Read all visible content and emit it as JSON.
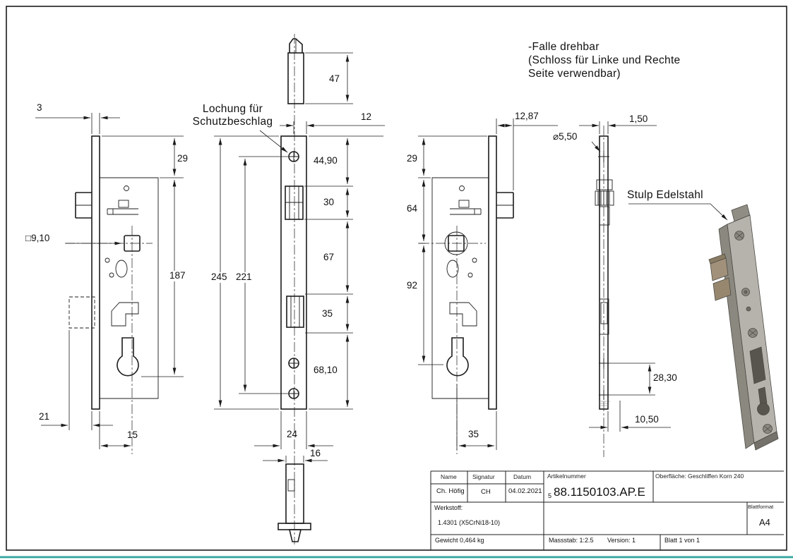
{
  "colors": {
    "line": "#1c1c1c",
    "teal_bar": "#35a79e",
    "steel_front": "#b5b3ac",
    "steel_side": "#8b897f",
    "latch_bronze": "#a2917a",
    "cutout_dark": "#57554e"
  },
  "annotations": {
    "falle_line1": "-Falle drehbar",
    "falle_line2": "(Schloss für Linke und Rechte",
    "falle_line3": "Seite verwendbar)",
    "lochung_line1": "Lochung für",
    "lochung_line2": "Schutzbeschlag",
    "stulp": "Stulp Edelstahl"
  },
  "dims": {
    "v1_plate_offset": "3",
    "v1_top": "29",
    "v1_height": "187",
    "v1_square": "□9,10",
    "v1_bolt_throw": "21",
    "v1_backset": "15",
    "v2_latch_length": "47",
    "v2_edge": "12",
    "v2_seg1": "44,90",
    "v2_seg2": "30",
    "v2_seg3": "67",
    "v2_seg4": "35",
    "v2_seg5": "68,10",
    "v2_total": "245",
    "v2_screw_distance": "221",
    "v2_width": "24",
    "v2_latch_width": "16",
    "v3_latch_protrusion": "12,87",
    "v3_top": "29",
    "v3_seg1": "64",
    "v3_seg2": "92",
    "v3_backset": "35",
    "v4_hole": "⌀5,50",
    "v4_thickness": "1,50",
    "v4_screw_offset": "28,30",
    "v4_bottom_offset": "10,50"
  },
  "titleblock": {
    "name_label": "Name",
    "signatur_label": "Signatur",
    "datum_label": "Datum",
    "artikelnummer_label": "Artikelnummer",
    "oberflaeche_label": "Oberfläche:",
    "oberflaeche_value": "Geschliffen Korn 240",
    "name_value": "Ch. Höfig",
    "signatur_value": "CH",
    "datum_value": "04.02.2021",
    "artikel_prefix": "5",
    "artikel_value": "88.1150103.AP.E",
    "werkstoff_label": "Werkstoff:",
    "werkstoff_value": "1.4301 (X5CrNi18-10)",
    "blattformat_label": "Blattformat",
    "blattformat_value": "A4",
    "gewicht": "Gewicht 0,464 kg",
    "massstab": "Massstab: 1:2.5",
    "version": "Version: 1",
    "blatt": "Blatt 1 von 1"
  }
}
